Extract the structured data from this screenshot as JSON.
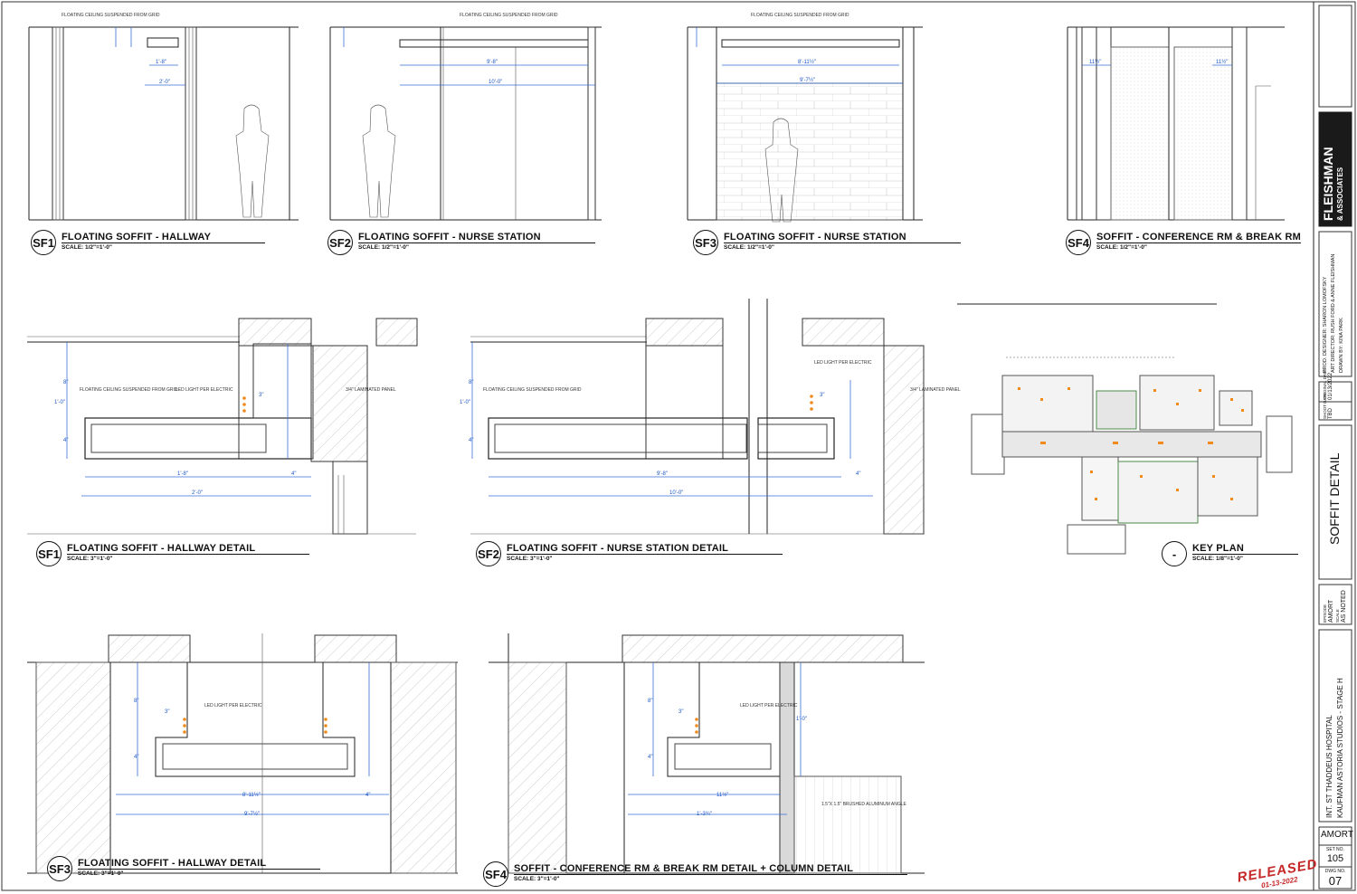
{
  "drawings": [
    {
      "id": "SF1",
      "title": "FLOATING SOFFIT - HALLWAY",
      "scale": "SCALE: 1/2\"=1'-0\""
    },
    {
      "id": "SF2",
      "title": "FLOATING SOFFIT - NURSE STATION",
      "scale": "SCALE: 1/2\"=1'-0\""
    },
    {
      "id": "SF3",
      "title": "FLOATING SOFFIT - NURSE STATION",
      "scale": "SCALE: 1/2\"=1'-0\""
    },
    {
      "id": "SF4",
      "title": "SOFFIT - CONFERENCE RM & BREAK RM",
      "scale": "SCALE: 1/2\"=1'-0\""
    },
    {
      "id": "SF1",
      "title": "FLOATING SOFFIT - HALLWAY DETAIL",
      "scale": "SCALE: 3\"=1'-0\""
    },
    {
      "id": "SF2",
      "title": "FLOATING SOFFIT - NURSE STATION DETAIL",
      "scale": "SCALE: 3\"=1'-0\""
    },
    {
      "id": "-",
      "title": "KEY PLAN",
      "scale": "SCALE: 1/8\"=1'-0\""
    },
    {
      "id": "SF3",
      "title": "FLOATING SOFFIT - HALLWAY DETAIL",
      "scale": "SCALE: 3\"=1'-0\""
    },
    {
      "id": "SF4",
      "title": "SOFFIT - CONFERENCE RM & BREAK RM DETAIL + COLUMN DETAIL",
      "scale": "SCALE: 3\"=1'-0\""
    }
  ],
  "notes": {
    "floating_ceiling_grid": "FLOATING CEILING SUSPENDED FROM GRID",
    "floating_ceiling_multi": "FLOATING CEILING SUSPENDED FROM GRID",
    "led_light": "LED LIGHT PER ELECTRIC",
    "laminated_panel": "3/4\" LAMINATED PANEL",
    "aluminum_angle": "1.5\"X 1.5\" BRUSHED ALUMINUM ANGLE"
  },
  "dimensions": {
    "sf1_e": [
      "1'-8\"",
      "2'-0\""
    ],
    "sf2_e": [
      "9'-8\"",
      "10'-0\""
    ],
    "sf3_e": [
      "8'-11½\"",
      "9'-7½\""
    ],
    "sf4_e": [
      "11½\"",
      "11½\""
    ],
    "d1": [
      "1'-0\"",
      "8\"",
      "4\"",
      "3\"",
      "1'-8\"",
      "4\"",
      "2'-0\""
    ],
    "d2": [
      "1'-0\"",
      "8\"",
      "4\"",
      "3\"",
      "9'-8\"",
      "4\"",
      "10'-0\""
    ],
    "d3": [
      "8\"",
      "3\"",
      "4\"",
      "8'-11½\"",
      "9'-7½\"",
      "4\""
    ],
    "d4": [
      "8\"",
      "3\"",
      "4\"",
      "1'-0\"",
      "11½\"",
      "1'-3¾\""
    ]
  },
  "titleblock": {
    "studio": "FLEISHMAN",
    "studio2": "& ASSOCIATES",
    "prod_designer": "PROD. DESIGNER: SHARON LOMOFSKY",
    "art_director": "ART DIRECTOR: RUSH FORD & ANNE FLEISHMAN",
    "drawn_by": "DRAWN BY: KINA PARK",
    "original_date_label": "ORIGINAL DATE",
    "original_date": "01/13/2022",
    "shoot_date_label": "SHOOT DATE",
    "shoot_date": "TBD",
    "sheet_title": "SOFFIT DETAIL",
    "episode_label": "EPISODE",
    "episode": "AMORT",
    "scale_label": "SCALE",
    "scale": "AS NOTED",
    "set_name": "INT. ST THADDEUS HOSPITAL",
    "location": "KAUFMAN ASTORIA STUDIOS - STAGE H",
    "show": "AMORT",
    "set_no_label": "SET NO.",
    "set_no": "105",
    "dwg_no_label": "DWG NO.",
    "dwg_no": "07"
  },
  "stamp": {
    "text": "RELEASED",
    "date": "01-13-2022"
  },
  "colors": {
    "dimension": "#1a55c8",
    "led": "#f08a1c",
    "stamp": "#c62828",
    "titleblock_dark": "#1a1a1a"
  }
}
